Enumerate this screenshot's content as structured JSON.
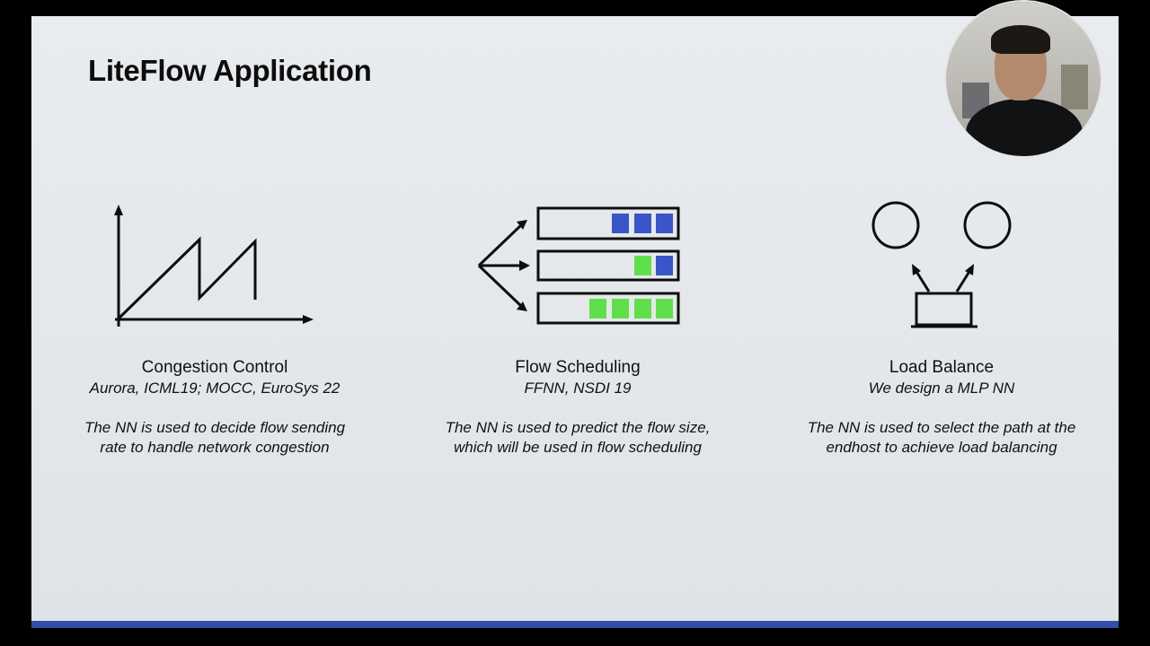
{
  "slide": {
    "title": "LiteFlow Application",
    "columns": [
      {
        "name": "Congestion Control",
        "reference": "Aurora, ICML19; MOCC, EuroSys 22",
        "description": "The NN is used to decide flow sending rate to handle network congestion",
        "icon": "sawtooth-graph-icon"
      },
      {
        "name": "Flow Scheduling",
        "reference": "FFNN, NSDI 19",
        "description": "The NN is used to predict the flow size, which will be used in flow scheduling",
        "icon": "queue-scheduling-icon"
      },
      {
        "name": "Load Balance",
        "reference": "We design a MLP NN",
        "description": "The NN is used to select the path at the endhost to achieve load balancing",
        "icon": "load-balance-icon"
      }
    ]
  },
  "colors": {
    "slide_background": "#e6e9ec",
    "accent_bar": "#2f4fa8",
    "queue_blue": "#3a55c8",
    "queue_green": "#5fe04a"
  },
  "webcam": {
    "icon": "presenter-video-icon"
  }
}
